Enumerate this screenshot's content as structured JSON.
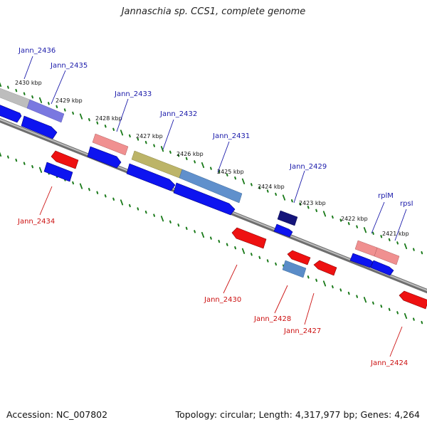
{
  "title": "Jannaschia sp. CCS1, complete genome",
  "footer": {
    "accession": "Accession: NC_007802",
    "summary": "Topology: circular; Length: 4,317,977 bp; Genes: 4,264"
  },
  "colors": {
    "forward_label": "#1a1aaa",
    "reverse_label": "#cc1111",
    "cds_forward": "#0d14f0",
    "cds_reverse": "#ee1111",
    "tick": "#1a7a1a",
    "backbone": "#777777"
  },
  "axis": {
    "direction": "kbp decreasing to the right",
    "kbp_labels": [
      "2430 kbp",
      "2429 kbp",
      "2428 kbp",
      "2427 kbp",
      "2426 kbp",
      "2425 kbp",
      "2424 kbp",
      "2423 kbp",
      "2422 kbp",
      "2421 kbp"
    ]
  },
  "genes_forward": [
    {
      "name": "Jann_2436",
      "feature_color": "#b8b8b8"
    },
    {
      "name": "Jann_2435",
      "feature_color": "#7777e0"
    },
    {
      "name": "Jann_2433",
      "feature_color": "#f08080"
    },
    {
      "name": "Jann_2432",
      "feature_color": "#b8b060"
    },
    {
      "name": "Jann_2431",
      "feature_color": "#5a8cc8"
    },
    {
      "name": "Jann_2429",
      "feature_color": "#14147a"
    },
    {
      "name": "rplM",
      "feature_color": "#f08080"
    },
    {
      "name": "rpsI",
      "feature_color": "#f08080"
    }
  ],
  "genes_reverse": [
    {
      "name": "Jann_2434"
    },
    {
      "name": "Jann_2430"
    },
    {
      "name": "Jann_2428",
      "feature_color": "#5a8cc8"
    },
    {
      "name": "Jann_2427"
    },
    {
      "name": "Jann_2424"
    }
  ]
}
